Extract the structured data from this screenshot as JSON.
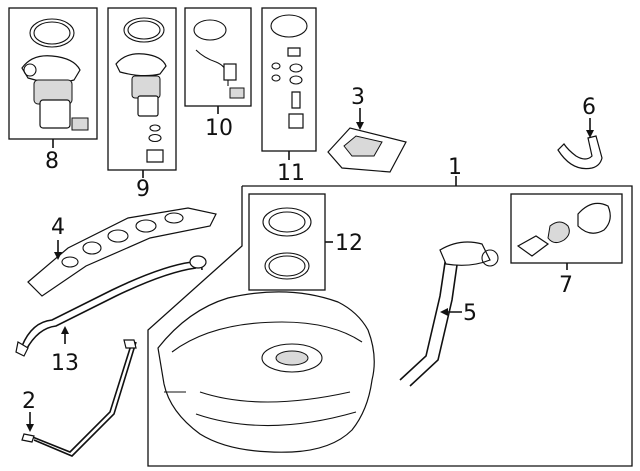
{
  "callouts": {
    "c1": "1",
    "c2": "2",
    "c3": "3",
    "c4": "4",
    "c5": "5",
    "c6": "6",
    "c7": "7",
    "c8": "8",
    "c9": "9",
    "c10": "10",
    "c11": "11",
    "c12": "12",
    "c13": "13"
  },
  "colors": {
    "ink": "#111111",
    "paper": "#ffffff",
    "shade": "#d9d9d9"
  }
}
